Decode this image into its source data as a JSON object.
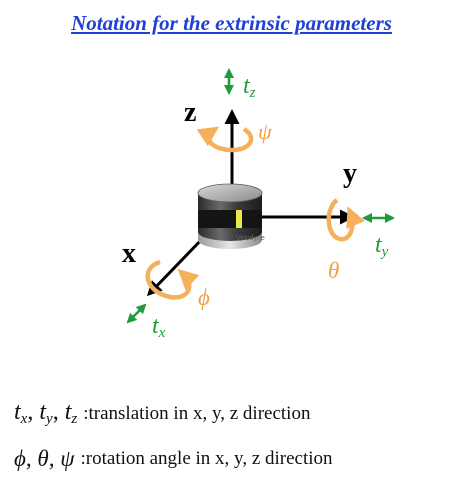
{
  "title": "Notation for the extrinsic parameters",
  "axes": {
    "x": {
      "label": "x",
      "translation": "t",
      "translation_sub": "x",
      "rotation": "ϕ"
    },
    "y": {
      "label": "y",
      "translation": "t",
      "translation_sub": "y",
      "rotation": "θ"
    },
    "z": {
      "label": "z",
      "translation": "t",
      "translation_sub": "z",
      "rotation": "ψ"
    }
  },
  "sensor": {
    "brand": "Velodyne"
  },
  "legend": {
    "translation": {
      "sym1": "t",
      "sub1": "x",
      "sym2": "t",
      "sub2": "y",
      "sym3": "t",
      "sub3": "z",
      "sep1": ", ",
      "sep2": ", ",
      "description": ":translation in x, y, z direction"
    },
    "rotation": {
      "symbols": "ϕ,  θ,  ψ",
      "description": ":rotation angle in x, y, z direction"
    }
  },
  "colors": {
    "title": "#1f3fd6",
    "axis": "#000000",
    "translation_arrow": "#1f9a3c",
    "rotation_arrow": "#f5b05a",
    "rotation_symbol": "#f0a040"
  }
}
